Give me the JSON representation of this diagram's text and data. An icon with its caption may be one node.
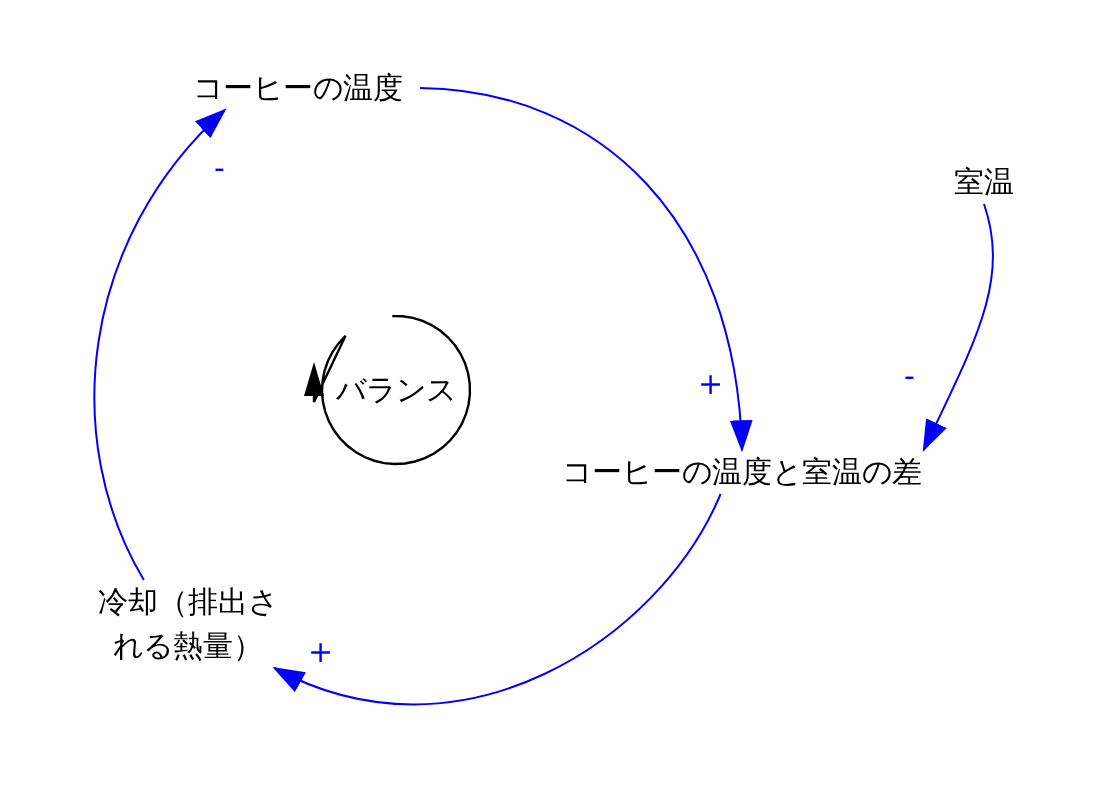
{
  "diagram": {
    "nodes": [
      {
        "text": [
          "コーヒーの温度"
        ]
      },
      {
        "text": [
          "室温"
        ]
      },
      {
        "text": [
          "コーヒーの温度と室温の差"
        ]
      },
      {
        "text": [
          "冷却（排出される熱量）"
        ]
      }
    ],
    "edges": [
      {
        "from": 0,
        "to": 2,
        "arrow": "to",
        "label": "+"
      },
      {
        "from": 1,
        "to": 2,
        "arrow": "to",
        "label": "-"
      },
      {
        "from": 2,
        "to": 3,
        "arrow": "to",
        "label": "+"
      },
      {
        "from": 3,
        "to": 0,
        "arrow": "to",
        "label": "-"
      }
    ],
    "labels": [
      "バランス"
    ]
  }
}
